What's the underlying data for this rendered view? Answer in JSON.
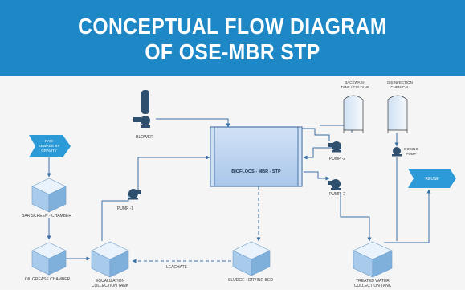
{
  "title": {
    "line1": "CONCEPTUAL FLOW DIAGRAM",
    "line2": "OF OSE-MBR STP"
  },
  "nodes": {
    "raw_sewage": {
      "line1": "RAW",
      "line2": "SEWAGE BY",
      "line3": "GRAVITY"
    },
    "bar_screen": "BAR SCREEN - CHAMBER",
    "oil_grease": "OIL GREASE CHAMBER",
    "equalization": {
      "line1": "EQUALIZATION",
      "line2": "COLLECTION TANK"
    },
    "leachate": "LEACHATE",
    "sludge": "SLUDGE - DRYING BED",
    "mbr": "BIOFLOCS - MBR - STP",
    "blower": "BLOWER",
    "pump1": "PUMP -1",
    "pump2_top": "PUMP -2",
    "pump2_bottom": "PUMP -2",
    "backwash": {
      "line1": "BACKWASH",
      "line2": "TANK / CIP TANK"
    },
    "disinfection": {
      "line1": "DISINFECTION",
      "line2": "CHEMICAL"
    },
    "dosing": {
      "line1": "DOSING",
      "line2": "PUMP"
    },
    "treated": {
      "line1": "TREATED WATER",
      "line2": "COLLECTION TANK"
    },
    "reuse": "REUSE"
  },
  "colors": {
    "banner": "#1e88c7",
    "flow_line": "#3a6fa6",
    "tank_top": "#e8f1fa",
    "tank_front": "#9cc3e6",
    "tank_side": "#7fb0dc",
    "mbr_fill": "#b6cfee",
    "equipment": "#2f4f6e",
    "arrow_shape": "#2c9ad6"
  }
}
